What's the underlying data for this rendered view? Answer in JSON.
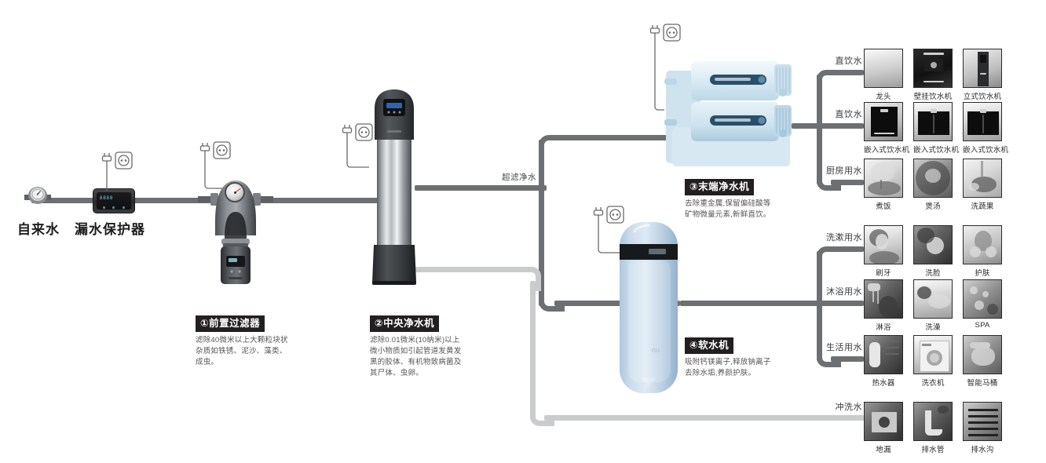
{
  "source": {
    "label": "自来水"
  },
  "leak_protector": {
    "label": "漏水保护器",
    "display_digits": "8888"
  },
  "flow_labels": {
    "ultrafiltration": "超滤净水"
  },
  "devices": [
    {
      "id": "pre-filter",
      "title": "①前置过滤器",
      "desc": "滤除40微米以上大颗粒块状杂质如铁锈、泥沙、藻类、成虫。"
    },
    {
      "id": "central-purifier",
      "title": "②中央净水机",
      "desc": "滤除0.01微米(10纳米)以上微小物质如引起管道发黄发黑的胶体、有机物致病菌及其尸体、虫卵。"
    },
    {
      "id": "terminal-purifier",
      "title": "③末端净水机",
      "desc": "去除重金属,保留偏硅酸等矿物微量元素,新鲜直饮。"
    },
    {
      "id": "water-softener",
      "title": "④软水机",
      "desc": "吸附钙镁离子,释放钠离子去除水垢,养颜护肤。"
    }
  ],
  "branches": [
    {
      "label": "直饮水",
      "items": [
        {
          "caption": "龙头",
          "style": "faucet"
        },
        {
          "caption": "壁挂饮水机",
          "style": "wall-dispenser"
        },
        {
          "caption": "立式饮水机",
          "style": "floor-dispenser"
        }
      ]
    },
    {
      "label": "直饮水",
      "items": [
        {
          "caption": "嵌入式饮水机",
          "style": "builtin-a"
        },
        {
          "caption": "嵌入式饮水机",
          "style": "builtin-b"
        },
        {
          "caption": "嵌入式饮水机",
          "style": "builtin-c"
        }
      ]
    },
    {
      "label": "厨房用水",
      "items": [
        {
          "caption": "煮饭",
          "style": "photo-rice"
        },
        {
          "caption": "煲汤",
          "style": "photo-soup"
        },
        {
          "caption": "洗蔬果",
          "style": "photo-veg"
        }
      ]
    },
    {
      "label": "洗漱用水",
      "items": [
        {
          "caption": "刷牙",
          "style": "photo-brush"
        },
        {
          "caption": "洗脸",
          "style": "photo-face"
        },
        {
          "caption": "护肤",
          "style": "photo-skin"
        }
      ]
    },
    {
      "label": "沐浴用水",
      "items": [
        {
          "caption": "淋浴",
          "style": "photo-shower"
        },
        {
          "caption": "洗澡",
          "style": "photo-bath"
        },
        {
          "caption": "SPA",
          "style": "photo-spa"
        }
      ]
    },
    {
      "label": "生活用水",
      "items": [
        {
          "caption": "热水器",
          "style": "photo-heater"
        },
        {
          "caption": "洗衣机",
          "style": "photo-washer"
        },
        {
          "caption": "智能马桶",
          "style": "photo-toilet"
        }
      ]
    },
    {
      "label": "冲洗水",
      "items": [
        {
          "caption": "地漏",
          "style": "photo-drain"
        },
        {
          "caption": "排水管",
          "style": "photo-pipe"
        },
        {
          "caption": "排水沟",
          "style": "photo-gutter"
        }
      ]
    }
  ],
  "icons": {
    "power_outlet": "power-outlet-icon",
    "plug": "plug-icon",
    "water_meter": "water-meter-icon"
  },
  "colors": {
    "pipe_main": "#6d7073",
    "pipe_light": "#c9cbcc",
    "caption_bar": "#231f20",
    "device_blue": "#cfe3ee"
  }
}
